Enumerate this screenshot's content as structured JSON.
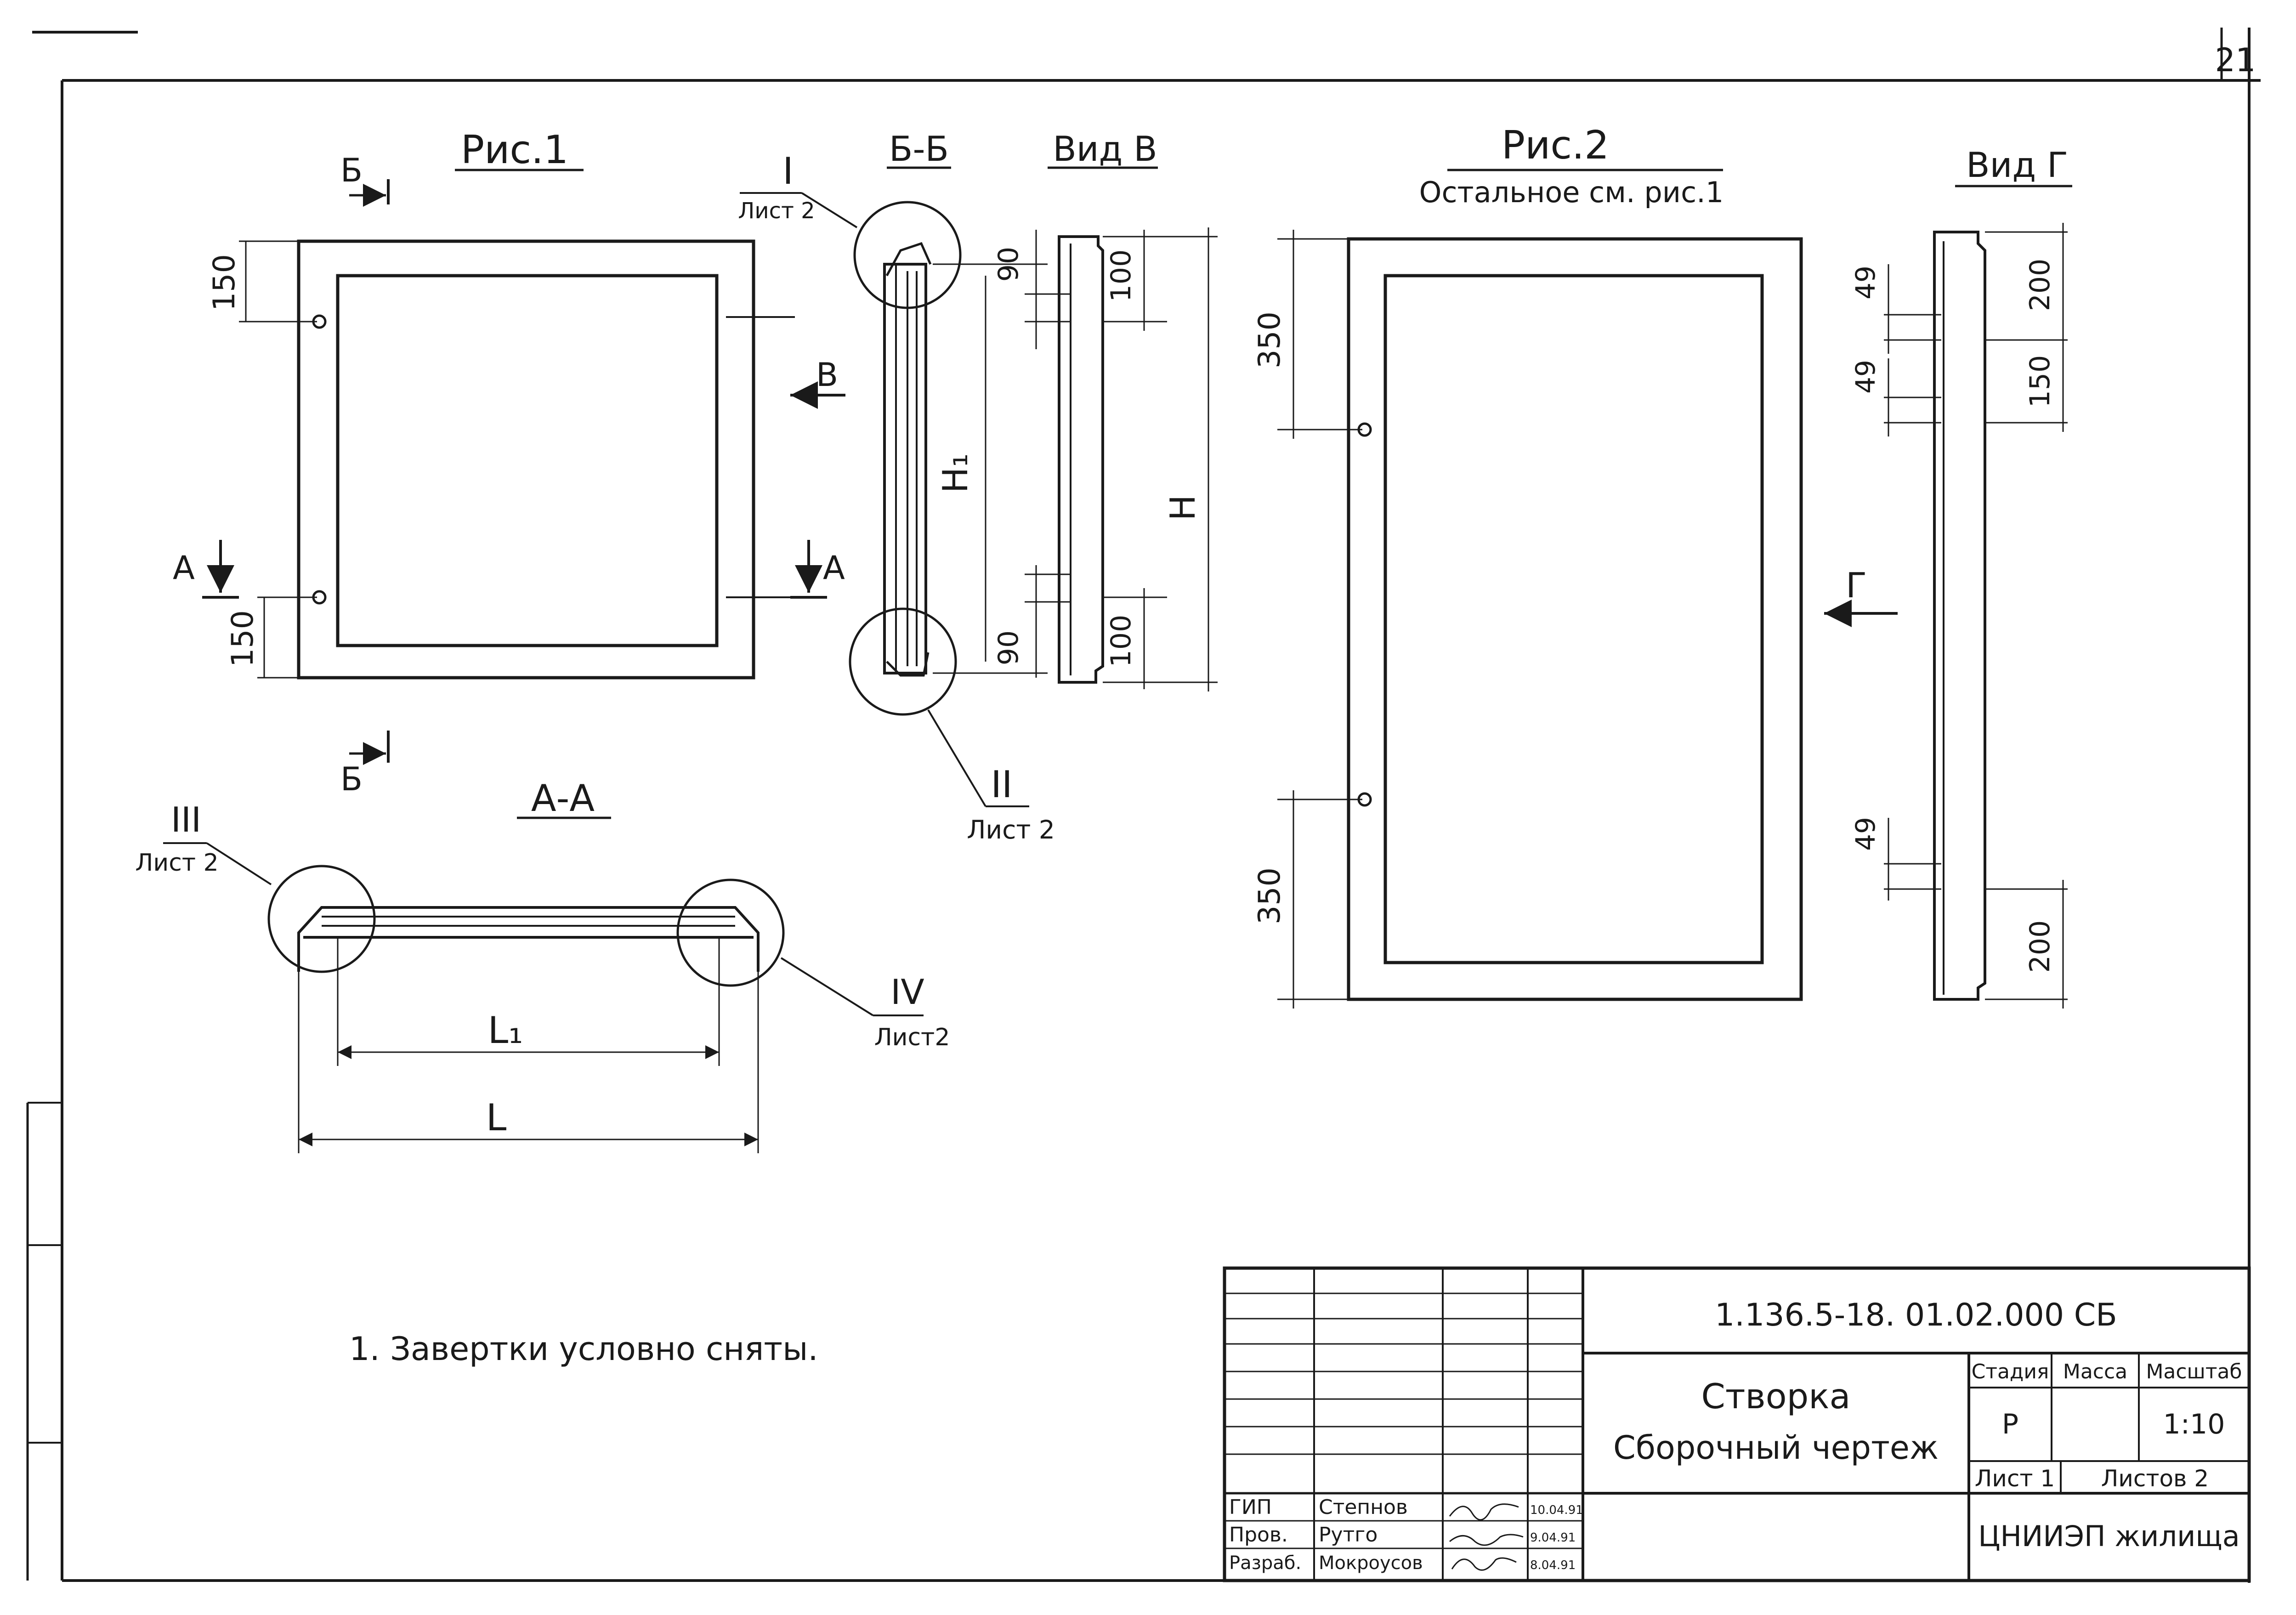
{
  "sheet_number": "21",
  "fig1": {
    "title": "Рис.1",
    "cut_b_top": "Б",
    "cut_b_bottom": "Б",
    "view_v_arrow": "В",
    "cut_a_left": "А",
    "cut_a_right": "А",
    "dim_top": "150",
    "dim_bottom": "150"
  },
  "section_bb": {
    "title": "Б-Б",
    "callout1_num": "I",
    "callout1_sheet": "Лист 2",
    "callout2_num": "II",
    "callout2_sheet": "Лист 2",
    "dim_h1": "H₁",
    "dim_top": "90",
    "dim_bottom": "90"
  },
  "view_v": {
    "title": "Вид В",
    "dim_top": "100",
    "dim_bottom": "100",
    "dim_h": "H"
  },
  "section_aa": {
    "title": "А-А",
    "callout3_num": "III",
    "callout3_sheet": "Лист 2",
    "callout4_num": "IV",
    "callout4_sheet": "Лист2",
    "dim_l1": "L₁",
    "dim_l": "L"
  },
  "fig2": {
    "title": "Рис.2",
    "subtitle": "Остальное см. рис.1",
    "dim_top": "350",
    "dim_bottom": "350",
    "view_g_arrow": "Г"
  },
  "view_g": {
    "title": "Вид Г",
    "dim_a": "49",
    "dim_b": "49",
    "dim_c": "49",
    "dim_200_top": "200",
    "dim_150": "150",
    "dim_200_bottom": "200"
  },
  "note": "1. Завертки условно сняты.",
  "title_block": {
    "doc_code": "1.136.5-18. 01.02.000 СБ",
    "name_line1": "Створка",
    "name_line2": "Сборочный чертеж",
    "stage_header": "Стадия",
    "mass_header": "Масса",
    "scale_header": "Масштаб",
    "stage_value": "Р",
    "scale_value": "1:10",
    "sheet_label": "Лист 1",
    "sheets_label": "Листов 2",
    "org": "ЦНИИЭП жилища",
    "roles": [
      {
        "role": "ГИП",
        "name": "Степнов",
        "date": "10.04.91"
      },
      {
        "role": "Пров.",
        "name": "Рутго",
        "date": "9.04.91"
      },
      {
        "role": "Разраб.",
        "name": "Мокроусов",
        "date": "8.04.91"
      }
    ]
  }
}
